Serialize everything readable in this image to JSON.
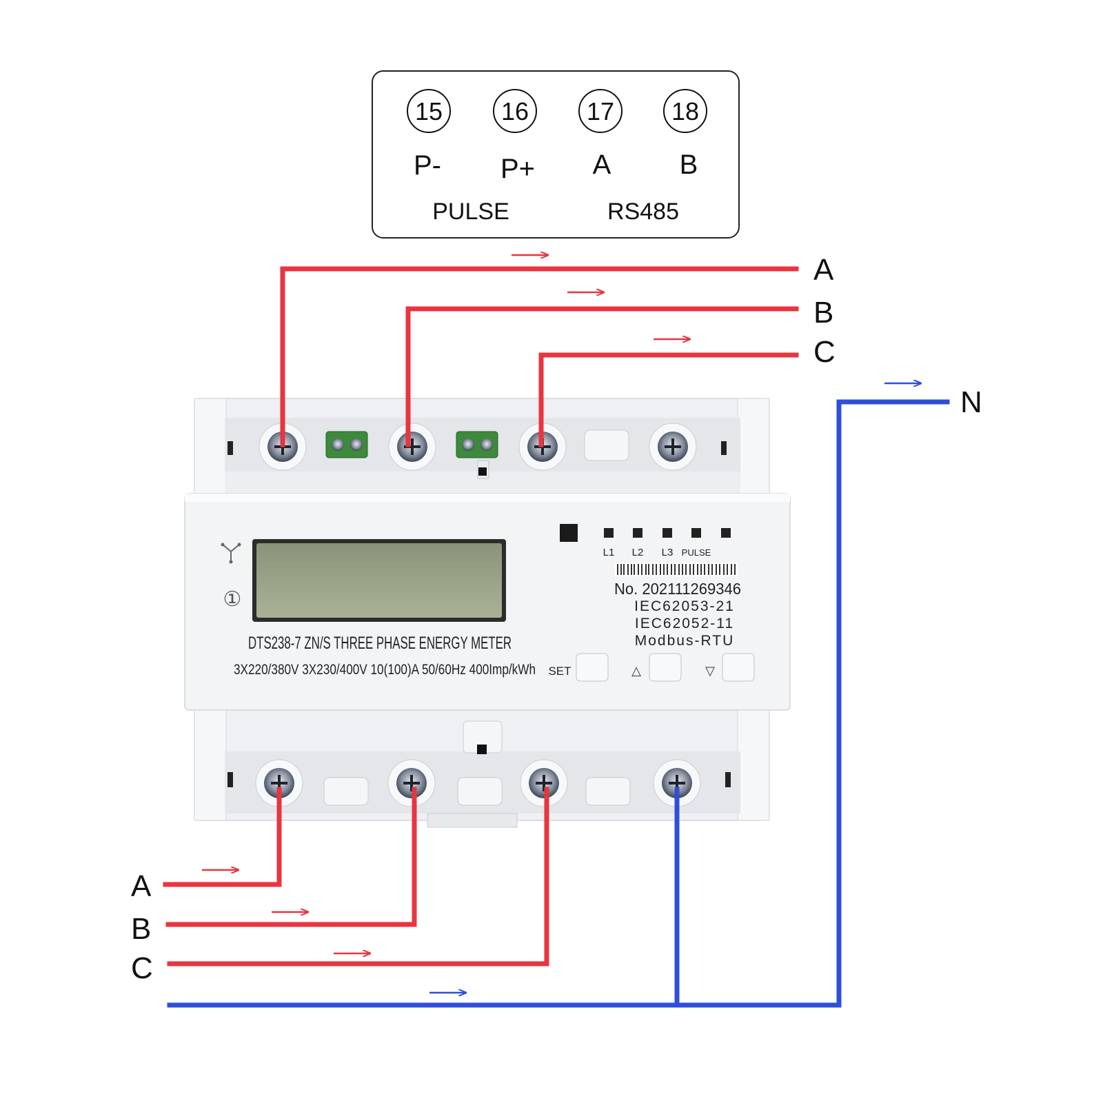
{
  "terminal_block": {
    "terminals": [
      {
        "number": "15",
        "label": "P-"
      },
      {
        "number": "16",
        "label": "P+"
      },
      {
        "number": "17",
        "label": "A"
      },
      {
        "number": "18",
        "label": "B"
      }
    ],
    "groups": [
      "PULSE",
      "RS485"
    ]
  },
  "wiring": {
    "output_labels": [
      "A",
      "B",
      "C",
      "N"
    ],
    "input_labels": [
      "A",
      "B",
      "C"
    ],
    "colors": {
      "phase": "#e8353f",
      "neutral": "#2e4fd8"
    }
  },
  "meter": {
    "model": "DTS238-7 ZN/S THREE PHASE ENERGY METER",
    "specs": "3X220/380V 3X230/400V  10(100)A  50/60Hz  400Imp/kWh",
    "serial": "No. 202111269346",
    "standards": [
      "IEC62053-21",
      "IEC62052-11",
      "Modbus-RTU"
    ],
    "indicators": [
      "L1",
      "L2",
      "L3",
      "PULSE"
    ],
    "set_label": "SET",
    "up_symbol": "△",
    "down_symbol": "▽",
    "class_symbol": "①",
    "wye_symbol": "Y"
  }
}
